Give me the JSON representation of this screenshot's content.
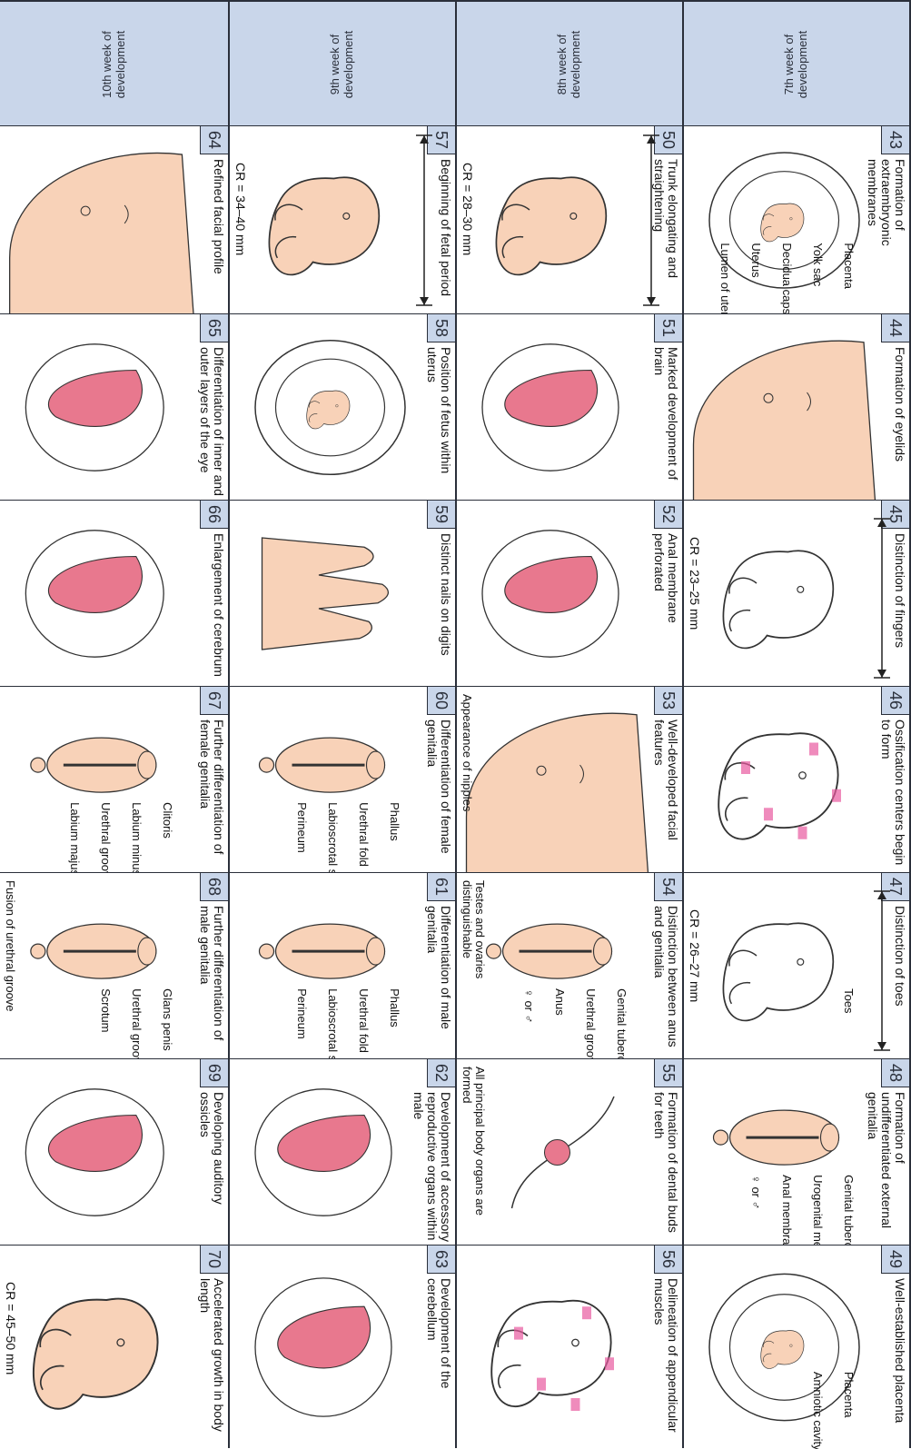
{
  "colors": {
    "header": "#c9d6ea",
    "skin": "#f8d2b8",
    "tissue": "#e8788e",
    "outline": "#2a2f3a"
  },
  "rows": [
    {
      "week": "7th week of development",
      "cells": [
        {
          "num": "43",
          "title": "Formation of extraembryonic membranes",
          "labels": [
            "Placenta",
            "Yolk sac",
            "Decidua capsularis",
            "Uterus",
            "Lumen of uterus"
          ]
        },
        {
          "num": "44",
          "title": "Formation of eyelids"
        },
        {
          "num": "45",
          "title": "Distinction of fingers",
          "cr": "CR = 23–25 mm"
        },
        {
          "num": "46",
          "title": "Ossification centers begin to form"
        },
        {
          "num": "47",
          "title": "Distinction of toes",
          "labels": [
            "Toes"
          ],
          "cr": "CR = 26–27 mm"
        },
        {
          "num": "48",
          "title": "Formation of undifferentiated external genitalia",
          "labels": [
            "Genital tubercle",
            "Urogenital membrane",
            "Anal membrane",
            "♀ or ♂"
          ]
        },
        {
          "num": "49",
          "title": "Well-established placenta",
          "labels": [
            "Placenta",
            "Amniotic cavity"
          ]
        }
      ]
    },
    {
      "week": "8th week of development",
      "cells": [
        {
          "num": "50",
          "title": "Trunk elongating and straightening",
          "cr": "CR = 28–30 mm"
        },
        {
          "num": "51",
          "title": "Marked development of brain"
        },
        {
          "num": "52",
          "title": "Anal membrane perforated"
        },
        {
          "num": "53",
          "title": "Well-developed facial features",
          "note": "Appearance of nipples"
        },
        {
          "num": "54",
          "title": "Distinction between anus and genitalia",
          "labels": [
            "Genital tubercle",
            "Urethral groove",
            "Anus",
            "♀ or ♂"
          ],
          "note": "Testes and ovaries distinguishable"
        },
        {
          "num": "55",
          "title": "Formation of dental buds for teeth",
          "note": "All principal body organs are formed"
        },
        {
          "num": "56",
          "title": "Delineation of appendicular muscles"
        }
      ]
    },
    {
      "week": "9th week of development",
      "cells": [
        {
          "num": "57",
          "title": "Beginning of fetal period",
          "cr": "CR = 34–40 mm"
        },
        {
          "num": "58",
          "title": "Position of fetus within uterus"
        },
        {
          "num": "59",
          "title": "Distinct nails on digits"
        },
        {
          "num": "60",
          "title": "Differentiation of female genitalia",
          "labels": [
            "Phallus",
            "Urethral fold",
            "Labioscrotal swelling",
            "Perineum"
          ]
        },
        {
          "num": "61",
          "title": "Differentiation of male genitalia",
          "labels": [
            "Phallus",
            "Urethral fold",
            "Labioscrotal swelling",
            "Perineum"
          ]
        },
        {
          "num": "62",
          "title": "Development of accessory reproductive organs within male"
        },
        {
          "num": "63",
          "title": "Development of the cerebellum"
        }
      ]
    },
    {
      "week": "10th week of development",
      "cells": [
        {
          "num": "64",
          "title": "Refined facial profile"
        },
        {
          "num": "65",
          "title": "Differentiation of inner and outer layers of the eye"
        },
        {
          "num": "66",
          "title": "Enlargement of cerebrum"
        },
        {
          "num": "67",
          "title": "Further differentiation of female genitalia",
          "labels": [
            "Clitoris",
            "Labium minus",
            "Urethral groove",
            "Labium majus"
          ]
        },
        {
          "num": "68",
          "title": "Further differentiation of male genitalia",
          "labels": [
            "Glans penis",
            "Urethral groove",
            "Scrotum"
          ],
          "note": "Fusion of urethral groove"
        },
        {
          "num": "69",
          "title": "Developing auditory ossicles"
        },
        {
          "num": "70",
          "title": "Accelerated growth in body length",
          "cr": "CR = 45–50 mm"
        }
      ]
    }
  ]
}
